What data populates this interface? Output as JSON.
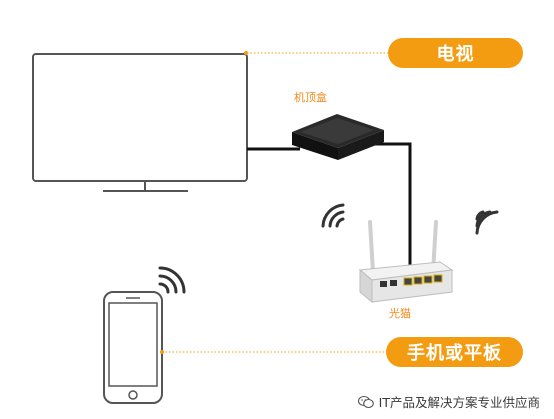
{
  "labels": {
    "tv": "电视",
    "stb": "机顶盒",
    "modem": "光猫",
    "phone": "手机或平板"
  },
  "watermark": {
    "text": "IT产品及解决方案专业供应商",
    "icon": "wechat-icon"
  },
  "colors": {
    "accent": "#f39c12",
    "device_outline": "#555555",
    "cable": "#111111"
  }
}
